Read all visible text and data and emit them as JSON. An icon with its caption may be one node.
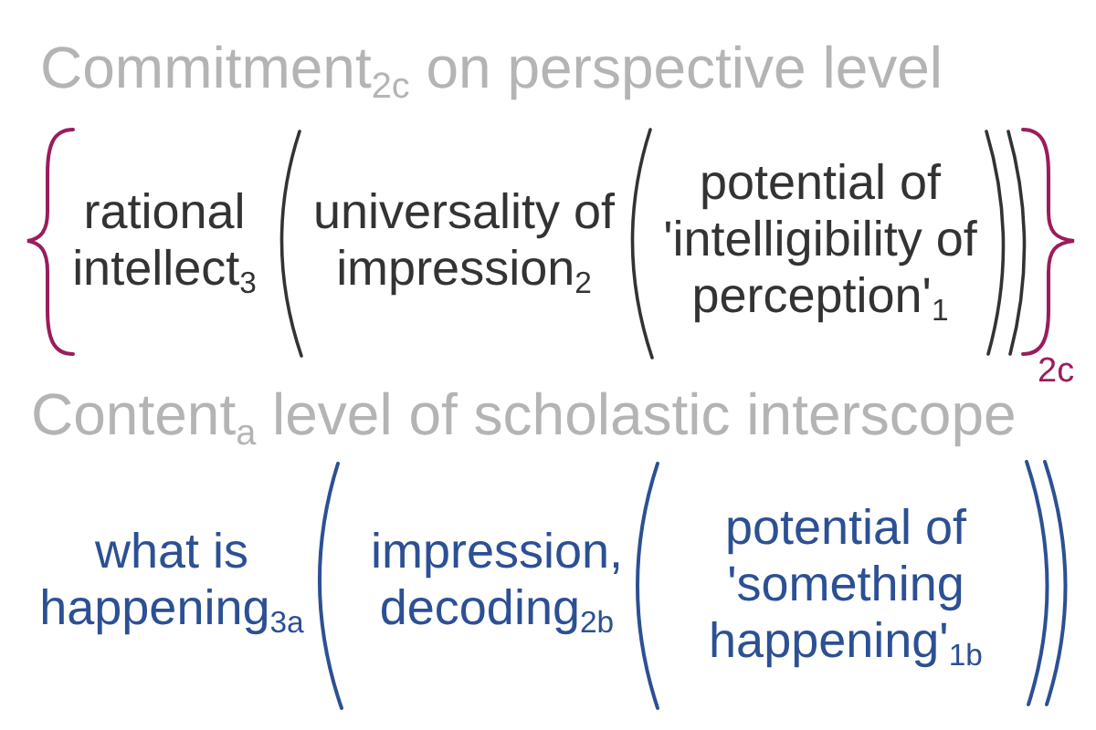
{
  "diagram": {
    "labels": [
      "Commitment$_{2c}$ on perspective level",
      "rational intellect$_{3}$",
      "universality of impression$_{2}$",
      "potential of 'intelligibility of perception'$_{1}$",
      "2c",
      "Content$_{a}$ level of scholastic interscope",
      "what is happening$_{3a}$",
      "impression, decoding$_{2b}$",
      "potential of 'something happening'$_{1b}$"
    ]
  }
}
